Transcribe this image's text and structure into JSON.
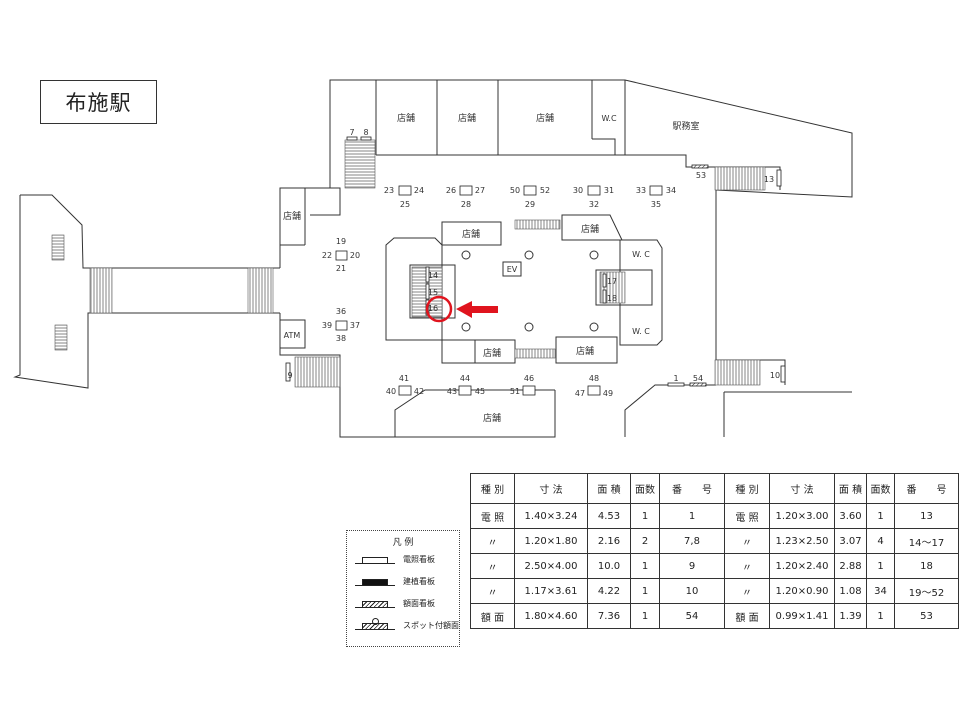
{
  "title": "布施駅",
  "rooms": {
    "shop": "店舗",
    "wc": "W.C",
    "wc2": "W. C",
    "station_office": "駅務室",
    "atm": "ATM",
    "ev": "EV"
  },
  "signs": {
    "s1": "1",
    "s7": "7",
    "s8": "8",
    "s9": "9",
    "s10": "10",
    "s13": "13",
    "s14": "14",
    "s15": "15",
    "s16": "16",
    "s17": "17",
    "s18": "18",
    "s19": "19",
    "s20": "20",
    "s21": "21",
    "s22": "22",
    "s23": "23",
    "s24": "24",
    "s25": "25",
    "s26": "26",
    "s27": "27",
    "s28": "28",
    "s29": "29",
    "s30": "30",
    "s31": "31",
    "s32": "32",
    "s33": "33",
    "s34": "34",
    "s35": "35",
    "s36": "36",
    "s37": "37",
    "s38": "38",
    "s39": "39",
    "s40": "40",
    "s41": "41",
    "s42": "42",
    "s43": "43",
    "s44": "44",
    "s45": "45",
    "s46": "46",
    "s47": "47",
    "s48": "48",
    "s49": "49",
    "s50": "50",
    "s51": "51",
    "s52": "52",
    "s53": "53",
    "s54": "54"
  },
  "highlight_color": "#e0141e",
  "legend": {
    "title": "凡 例",
    "items": [
      "電照看板",
      "建植看板",
      "額面看板",
      "スポット付額面"
    ]
  },
  "table": {
    "headers": [
      "種 別",
      "寸 法",
      "面 積",
      "面数",
      "番　　号",
      "種 別",
      "寸 法",
      "面 積",
      "面数",
      "番　　号"
    ],
    "rows": [
      [
        "電 照",
        "1.40×3.24",
        "4.53",
        "1",
        "1",
        "電 照",
        "1.20×3.00",
        "3.60",
        "1",
        "13"
      ],
      [
        "〃",
        "1.20×1.80",
        "2.16",
        "2",
        "7,8",
        "〃",
        "1.23×2.50",
        "3.07",
        "4",
        "14〜17"
      ],
      [
        "〃",
        "2.50×4.00",
        "10.0",
        "1",
        "9",
        "〃",
        "1.20×2.40",
        "2.88",
        "1",
        "18"
      ],
      [
        "〃",
        "1.17×3.61",
        "4.22",
        "1",
        "10",
        "〃",
        "1.20×0.90",
        "1.08",
        "34",
        "19〜52"
      ],
      [
        "額 面",
        "1.80×4.60",
        "7.36",
        "1",
        "54",
        "額 面",
        "0.99×1.41",
        "1.39",
        "1",
        "53"
      ]
    ]
  }
}
